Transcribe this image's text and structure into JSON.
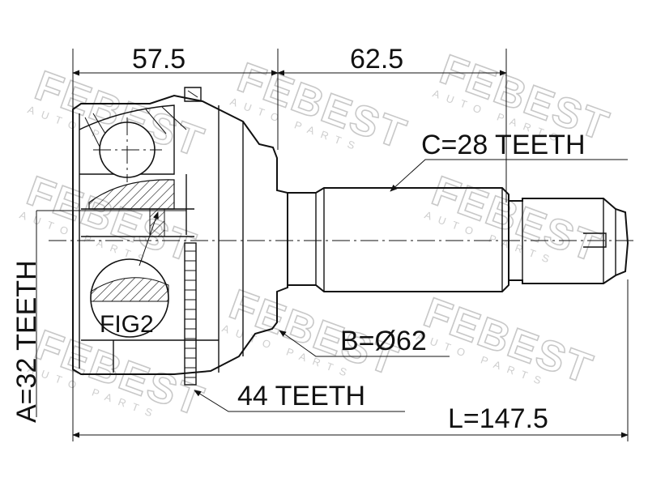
{
  "dimensions": {
    "top_left": "57.5",
    "top_right": "62.5",
    "overall_length": "L=147.5"
  },
  "callouts": {
    "outer_spline": "C=28 TEETH",
    "boot_diameter": "B=Ø62",
    "abs_ring": "44 TEETH",
    "inner_spline": "A=32 TEETH",
    "figure_ref": "FIG2"
  },
  "watermark": {
    "brand": "FEBEST",
    "tagline": "AUTO PARTS"
  }
}
